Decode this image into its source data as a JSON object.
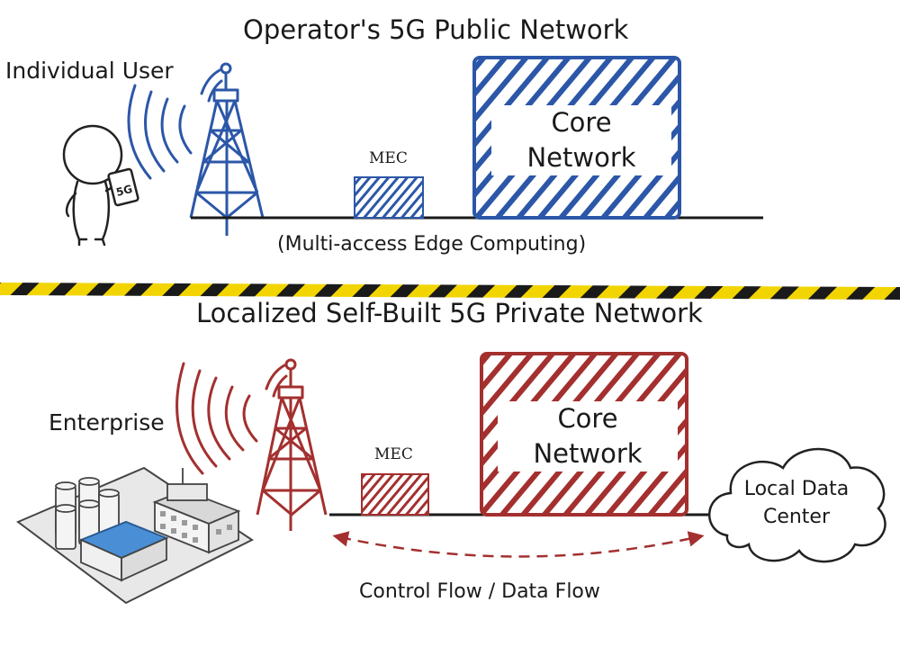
{
  "public_network": {
    "title": "Operator's 5G Public Network",
    "user_label": "Individual User",
    "phone_text": "5G",
    "mec_label": "MEC",
    "core_network": {
      "line1": "Core",
      "line2": "Network"
    },
    "mec_caption": "(Multi-access Edge Computing)",
    "color": "#2c57a8"
  },
  "private_network": {
    "title": "Localized Self-Built 5G Private Network",
    "enterprise_label": "Enterprise",
    "mec_label": "MEC",
    "core_network": {
      "line1": "Core",
      "line2": "Network"
    },
    "data_center": {
      "line1": "Local Data",
      "line2": "Center"
    },
    "flow_caption": "Control Flow / Data Flow",
    "color": "#a3302f"
  },
  "divider": {
    "stripe_colors": [
      "#f2d500",
      "#1a1a1a"
    ]
  }
}
